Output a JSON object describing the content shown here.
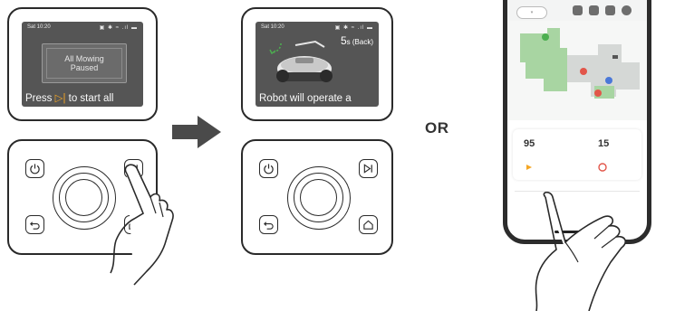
{
  "screen1": {
    "status_time": "Sat 10:20",
    "status_icons": "▣ ✱ ≈ .ıl ▬",
    "message_line1": "All Mowing",
    "message_line2": "Paused",
    "instruction_prefix": "Press ",
    "instruction_symbol": "▷|",
    "instruction_suffix": " to start all"
  },
  "screen2": {
    "status_time": "Sat 10:20",
    "status_icons": "▣ ✱ ≈ .ıl ▬",
    "countdown_value": "5",
    "countdown_unit": "s",
    "countdown_note": " (Back)",
    "operate_text": "Robot will operate a"
  },
  "or_label": "OR",
  "phone": {
    "stat_left_value": "95",
    "stat_right_value": "15"
  },
  "colors": {
    "accent": "#f5a623",
    "outline": "#2a2a2a",
    "lcd": "#555555",
    "map_green": "#a8d5a2",
    "map_gray": "#d5d8d6",
    "red_marker": "#e2564a",
    "blue_marker": "#4a78d8"
  },
  "icons": [
    "power-icon",
    "play-pause-icon",
    "back-icon",
    "home-icon",
    "arrow-right-icon",
    "hand-pointer-icon",
    "robot-mower-icon"
  ]
}
